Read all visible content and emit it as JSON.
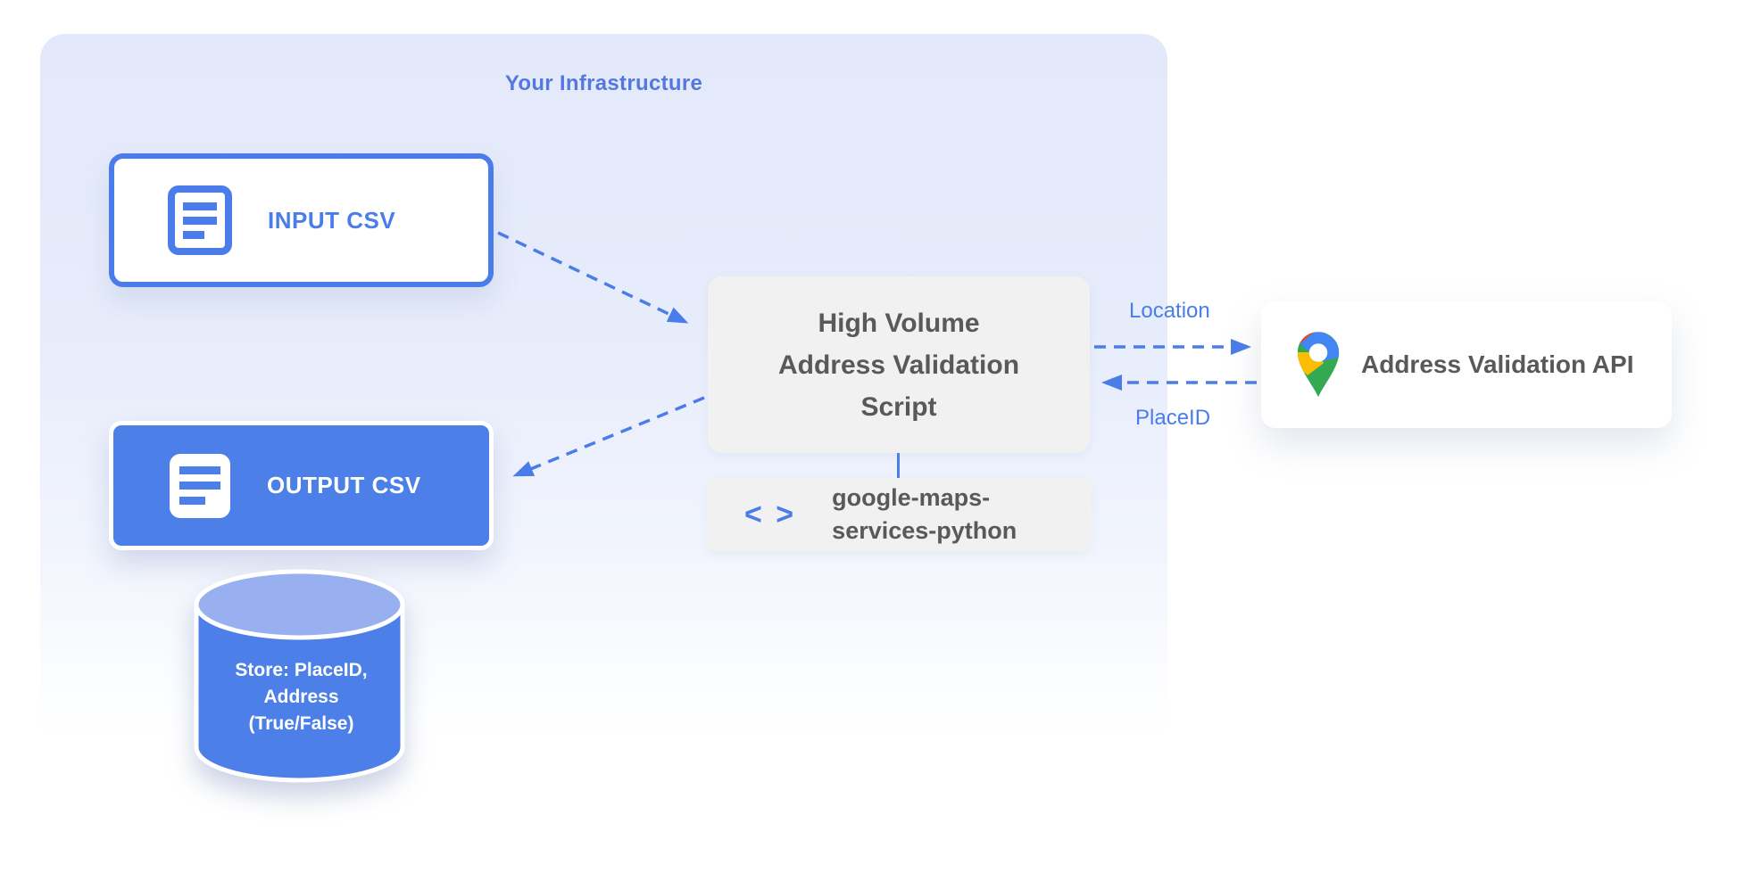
{
  "diagram": {
    "container_title": "Your Infrastructure",
    "nodes": {
      "input_csv": {
        "label": "INPUT CSV"
      },
      "output_csv": {
        "label": "OUTPUT CSV"
      },
      "datastore": {
        "line1": "Store: PlaceID,",
        "line2": "Address",
        "line3": "(True/False)"
      },
      "script": {
        "line1": "High Volume",
        "line2": "Address Validation",
        "line3": "Script"
      },
      "library": {
        "code_icon": "< >",
        "line1": "google-maps-",
        "line2": "services-python"
      },
      "api": {
        "label": "Address Validation API"
      }
    },
    "edges": {
      "location_label": "Location",
      "placeid_label": "PlaceID"
    },
    "colors": {
      "primary_blue": "#4a7de9",
      "edge_label_blue": "#4a7cea",
      "title_blue": "#5379e1",
      "node_fill_blue": "#4c80e8",
      "cylinder_top_blue": "#98aff0",
      "box_gray": "#f1f1f2",
      "text_gray": "#595959",
      "container_top": "#e3e9fa",
      "pin_red": "#EA4335",
      "pin_blue": "#4285F4",
      "pin_yellow": "#FBBC04",
      "pin_green": "#34A853"
    }
  }
}
